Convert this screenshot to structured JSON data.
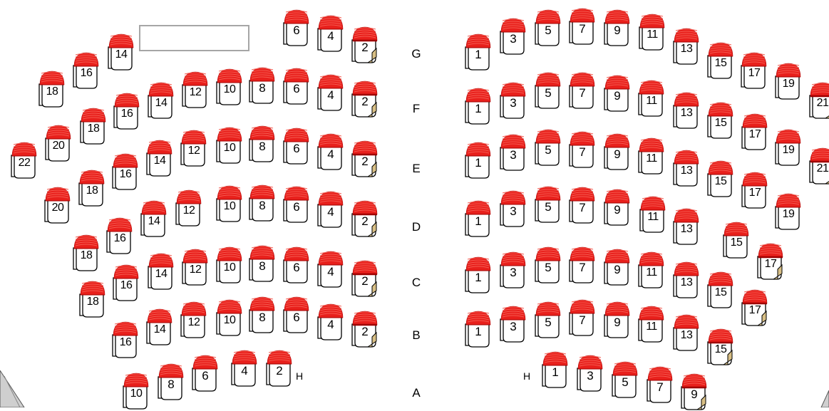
{
  "row_labels": [
    "G",
    "F",
    "E",
    "D",
    "C",
    "B",
    "A"
  ],
  "aisle_marker": "H",
  "colors": {
    "seat_cap": "#e8201c",
    "seat_cap_stripe": "#f55a50",
    "seat_accent": "#d8bf85",
    "seat_outline": "#000000",
    "empty_box_border": "#a6a6a6"
  },
  "seats": {
    "G": {
      "left": [
        "18",
        "16",
        "14",
        "6",
        "4",
        "2"
      ],
      "right": [
        "1",
        "3",
        "5",
        "7",
        "9",
        "11",
        "13",
        "15",
        "17",
        "19",
        "21"
      ]
    },
    "F": {
      "left": [
        "22",
        "20",
        "18",
        "16",
        "14",
        "12",
        "10",
        "8",
        "6",
        "4",
        "2"
      ],
      "right": [
        "1",
        "3",
        "5",
        "7",
        "9",
        "11",
        "13",
        "15",
        "17",
        "19",
        "21"
      ]
    },
    "E": {
      "left": [
        "20",
        "18",
        "16",
        "14",
        "12",
        "10",
        "8",
        "6",
        "4",
        "2"
      ],
      "right": [
        "1",
        "3",
        "5",
        "7",
        "9",
        "11",
        "13",
        "15",
        "17",
        "19"
      ]
    },
    "D": {
      "left": [
        "18",
        "16",
        "14",
        "12",
        "10",
        "8",
        "6",
        "4",
        "2"
      ],
      "right": [
        "1",
        "3",
        "5",
        "7",
        "9",
        "11",
        "13",
        "15",
        "17"
      ]
    },
    "C": {
      "left": [
        "18",
        "16",
        "14",
        "12",
        "10",
        "8",
        "6",
        "4",
        "2"
      ],
      "right": [
        "1",
        "3",
        "5",
        "7",
        "9",
        "11",
        "13",
        "15",
        "17"
      ]
    },
    "B": {
      "left": [
        "16",
        "14",
        "12",
        "10",
        "8",
        "6",
        "4",
        "2"
      ],
      "right": [
        "1",
        "3",
        "5",
        "7",
        "9",
        "11",
        "13",
        "15"
      ]
    },
    "A": {
      "left": [
        "10",
        "8",
        "6",
        "4",
        "2"
      ],
      "right": [
        "1",
        "3",
        "5",
        "7",
        "9"
      ]
    }
  }
}
